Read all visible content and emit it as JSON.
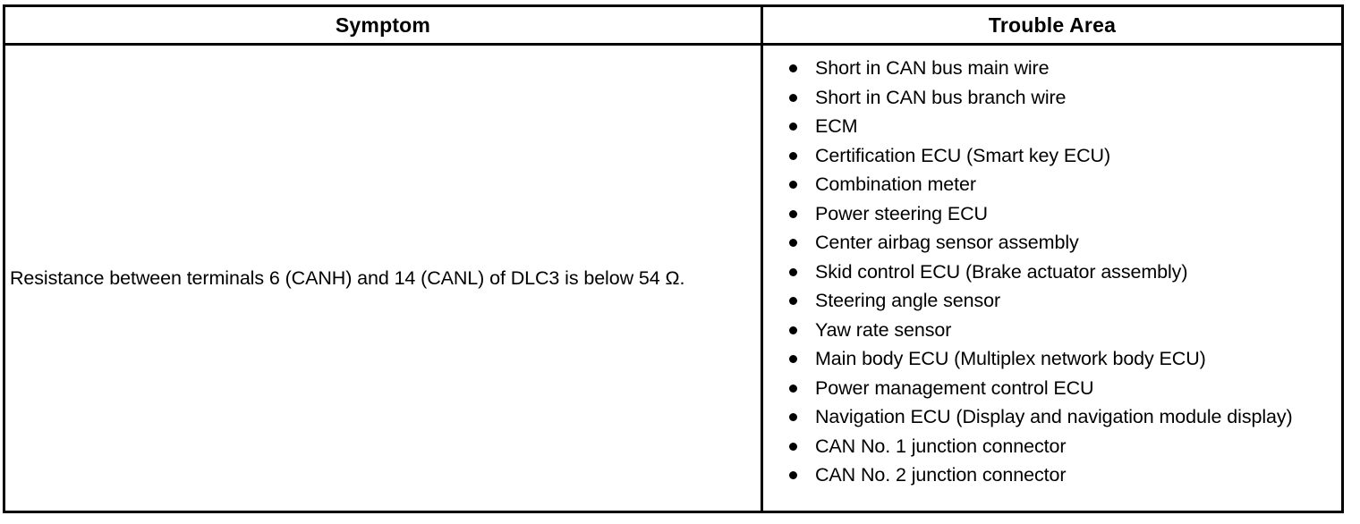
{
  "table": {
    "headers": {
      "symptom": "Symptom",
      "trouble_area": "Trouble Area"
    },
    "row": {
      "symptom": "Resistance between terminals 6 (CANH) and 14 (CANL) of DLC3 is below 54 Ω.",
      "trouble_area_items": [
        "Short in CAN bus main wire",
        "Short in CAN bus branch wire",
        "ECM",
        "Certification ECU (Smart key ECU)",
        "Combination meter",
        "Power steering ECU",
        "Center airbag sensor assembly",
        "Skid control ECU (Brake actuator assembly)",
        "Steering angle sensor",
        "Yaw rate sensor",
        "Main body ECU (Multiplex network body ECU)",
        "Power management control ECU",
        "Navigation ECU (Display and navigation module display)",
        "CAN No. 1 junction connector",
        "CAN No. 2 junction connector"
      ]
    }
  },
  "colors": {
    "border": "#000000",
    "text": "#000000",
    "background": "#ffffff"
  }
}
